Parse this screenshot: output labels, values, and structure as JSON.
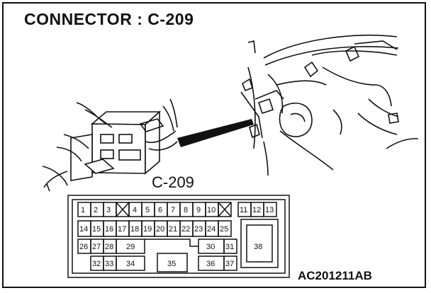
{
  "figure": {
    "title": "CONNECTOR : C-209",
    "connector_label": "C-209",
    "figure_code": "AC201211AB"
  },
  "connector": {
    "row1": [
      "1",
      "2",
      "3",
      "",
      "4",
      "5",
      "6",
      "7",
      "8",
      "9",
      "10",
      "",
      "11",
      "12",
      "13"
    ],
    "row2": [
      "14",
      "15",
      "16",
      "17",
      "18",
      "19",
      "20",
      "21",
      "22",
      "23",
      "24",
      "25"
    ],
    "row3_left": [
      "26",
      "27",
      "28"
    ],
    "pin29": "29",
    "pin30": "30",
    "pin31": "31",
    "row4_left": [
      "32",
      "33"
    ],
    "pin34": "34",
    "pin35": "35",
    "pin36": "36",
    "pin37": "37",
    "pin38": "38"
  },
  "icons": {
    "connector_photo": "connector-plug-illustration",
    "dashboard_photo": "dashboard-wiring-illustration",
    "pointer": "pointer-arrow"
  }
}
